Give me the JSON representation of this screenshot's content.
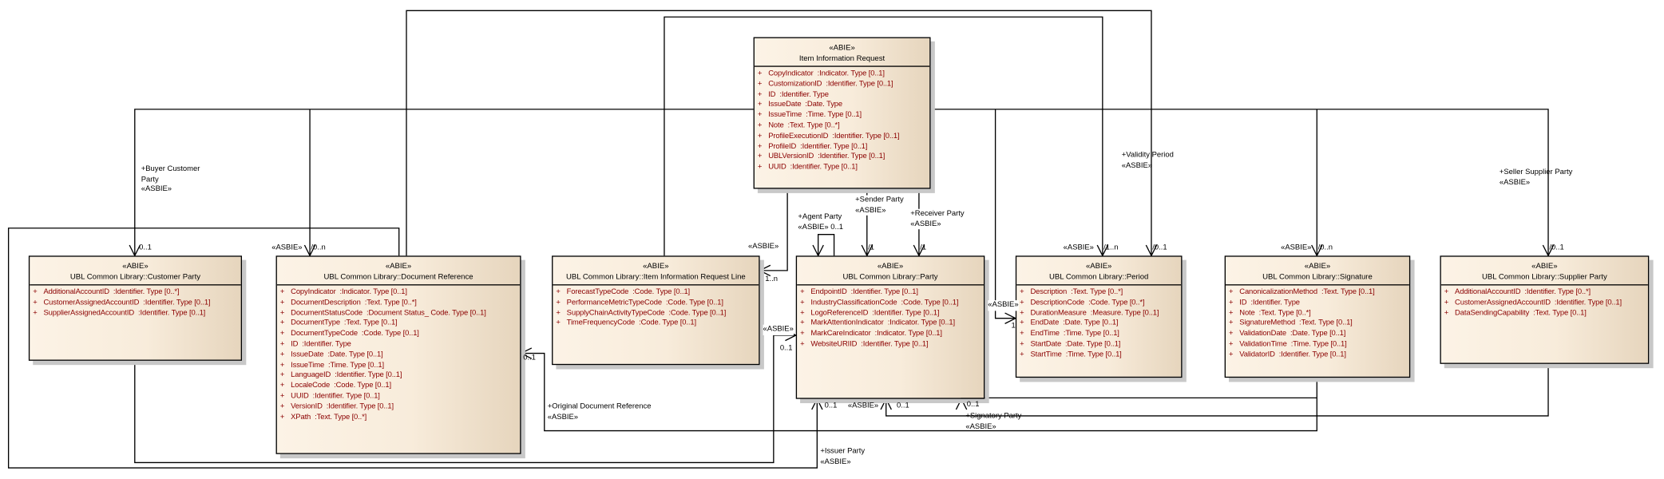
{
  "boxes": {
    "item_information_request": {
      "stereotype": "«ABIE»",
      "name": "Item Information Request",
      "attributes": [
        "CopyIndicator  :Indicator. Type [0..1]",
        "CustomizationID  :Identifier. Type [0..1]",
        "ID  :Identifier. Type",
        "IssueDate  :Date. Type",
        "IssueTime  :Time. Type [0..1]",
        "Note  :Text. Type [0..*]",
        "ProfileExecutionID  :Identifier. Type [0..1]",
        "ProfileID  :Identifier. Type [0..1]",
        "UBLVersionID  :Identifier. Type [0..1]",
        "UUID  :Identifier. Type [0..1]"
      ]
    },
    "customer_party": {
      "stereotype": "«ABIE»",
      "name": "UBL Common Library::Customer Party",
      "attributes": [
        "AdditionalAccountID  :Identifier. Type [0..*]",
        "CustomerAssignedAccountID  :Identifier. Type [0..1]",
        "SupplierAssignedAccountID  :Identifier. Type [0..1]"
      ]
    },
    "document_reference": {
      "stereotype": "«ABIE»",
      "name": "UBL Common Library::Document Reference",
      "attributes": [
        "CopyIndicator  :Indicator. Type [0..1]",
        "DocumentDescription  :Text. Type [0..*]",
        "DocumentStatusCode  :Document Status_ Code. Type [0..1]",
        "DocumentType  :Text. Type [0..1]",
        "DocumentTypeCode  :Code. Type [0..1]",
        "ID  :Identifier. Type",
        "IssueDate  :Date. Type [0..1]",
        "IssueTime  :Time. Type [0..1]",
        "LanguageID  :Identifier. Type [0..1]",
        "LocaleCode  :Code. Type [0..1]",
        "UUID  :Identifier. Type [0..1]",
        "VersionID  :Identifier. Type [0..1]",
        "XPath  :Text. Type [0..*]"
      ]
    },
    "item_information_request_line": {
      "stereotype": "«ABIE»",
      "name": "UBL Common Library::Item Information Request Line",
      "attributes": [
        "ForecastTypeCode  :Code. Type [0..1]",
        "PerformanceMetricTypeCode  :Code. Type [0..1]",
        "SupplyChainActivityTypeCode  :Code. Type [0..1]",
        "TimeFrequencyCode  :Code. Type [0..1]"
      ]
    },
    "party": {
      "stereotype": "«ABIE»",
      "name": "UBL Common Library::Party",
      "attributes": [
        "EndpointID  :Identifier. Type [0..1]",
        "IndustryClassificationCode  :Code. Type [0..1]",
        "LogoReferenceID  :Identifier. Type [0..1]",
        "MarkAttentionIndicator  :Indicator. Type [0..1]",
        "MarkCareIndicator  :Indicator. Type [0..1]",
        "WebsiteURIID  :Identifier. Type [0..1]"
      ]
    },
    "period": {
      "stereotype": "«ABIE»",
      "name": "UBL Common Library::Period",
      "attributes": [
        "Description  :Text. Type [0..*]",
        "DescriptionCode  :Code. Type [0..*]",
        "DurationMeasure  :Measure. Type [0..1]",
        "EndDate  :Date. Type [0..1]",
        "EndTime  :Time. Type [0..1]",
        "StartDate  :Date. Type [0..1]",
        "StartTime  :Time. Type [0..1]"
      ]
    },
    "signature": {
      "stereotype": "«ABIE»",
      "name": "UBL Common Library::Signature",
      "attributes": [
        "CanonicalizationMethod  :Text. Type [0..1]",
        "ID  :Identifier. Type",
        "Note  :Text. Type [0..*]",
        "SignatureMethod  :Text. Type [0..1]",
        "ValidationDate  :Date. Type [0..1]",
        "ValidationTime  :Time. Type [0..1]",
        "ValidatorID  :Identifier. Type [0..1]"
      ]
    },
    "supplier_party": {
      "stereotype": "«ABIE»",
      "name": "UBL Common Library::Supplier Party",
      "attributes": [
        "AdditionalAccountID  :Identifier. Type [0..*]",
        "CustomerAssignedAccountID  :Identifier. Type [0..1]",
        "DataSendingCapability  :Text. Type [0..1]"
      ]
    }
  },
  "labels": {
    "buyer_customer_party": "+Buyer Customer\nParty\n«ASBIE»",
    "customer_mult": "0..1",
    "docref_stereo": "«ASBIE»",
    "docref_mult": "/0..n",
    "validity_period": "+Validity Period\n«ASBIE»",
    "seller_supplier_party": "+Seller Supplier Party\n«ASBIE»",
    "supplier_mult": "/0..1",
    "period_stereo": "«ASBIE»",
    "period_mult_1n": "/1..n",
    "period_mult_01": "/0..1",
    "signature_stereo": "«ASBIE»",
    "signature_mult": "/0..n",
    "line_stereo": "«ASBIE»",
    "line_mult": "1..n",
    "agent_party": "+Agent Party\n«ASBIE» 0..1",
    "sender_party": "+Sender Party\n«ASBIE»",
    "sender_mult": "/1",
    "receiver_party": "+Receiver Party\n«ASBIE»",
    "receiver_mult": "/1",
    "party_period_stereo": "«ASBIE»",
    "party_period_mult": "1",
    "party_left_stereo": "«ASBIE»",
    "party_left_mult": "0..1",
    "docref_right_mult": "0..1",
    "original_document_reference": "+Original Document Reference\n«ASBIE»",
    "party_bottom_mult_1": "0..1",
    "party_bottom_stereo": "«ASBIE»",
    "party_bottom_mult_2": "0..1",
    "party_bottom_mult_3": "0..1",
    "signatory_party": "+Signatory Party\n«ASBIE»",
    "issuer_party": "+Issuer Party\n«ASBIE»"
  },
  "colors": {
    "attribute_text": "#8b0000",
    "box_fill_light": "#fcf3e6",
    "box_fill_dark": "#e6d5bd",
    "line": "#000000"
  }
}
